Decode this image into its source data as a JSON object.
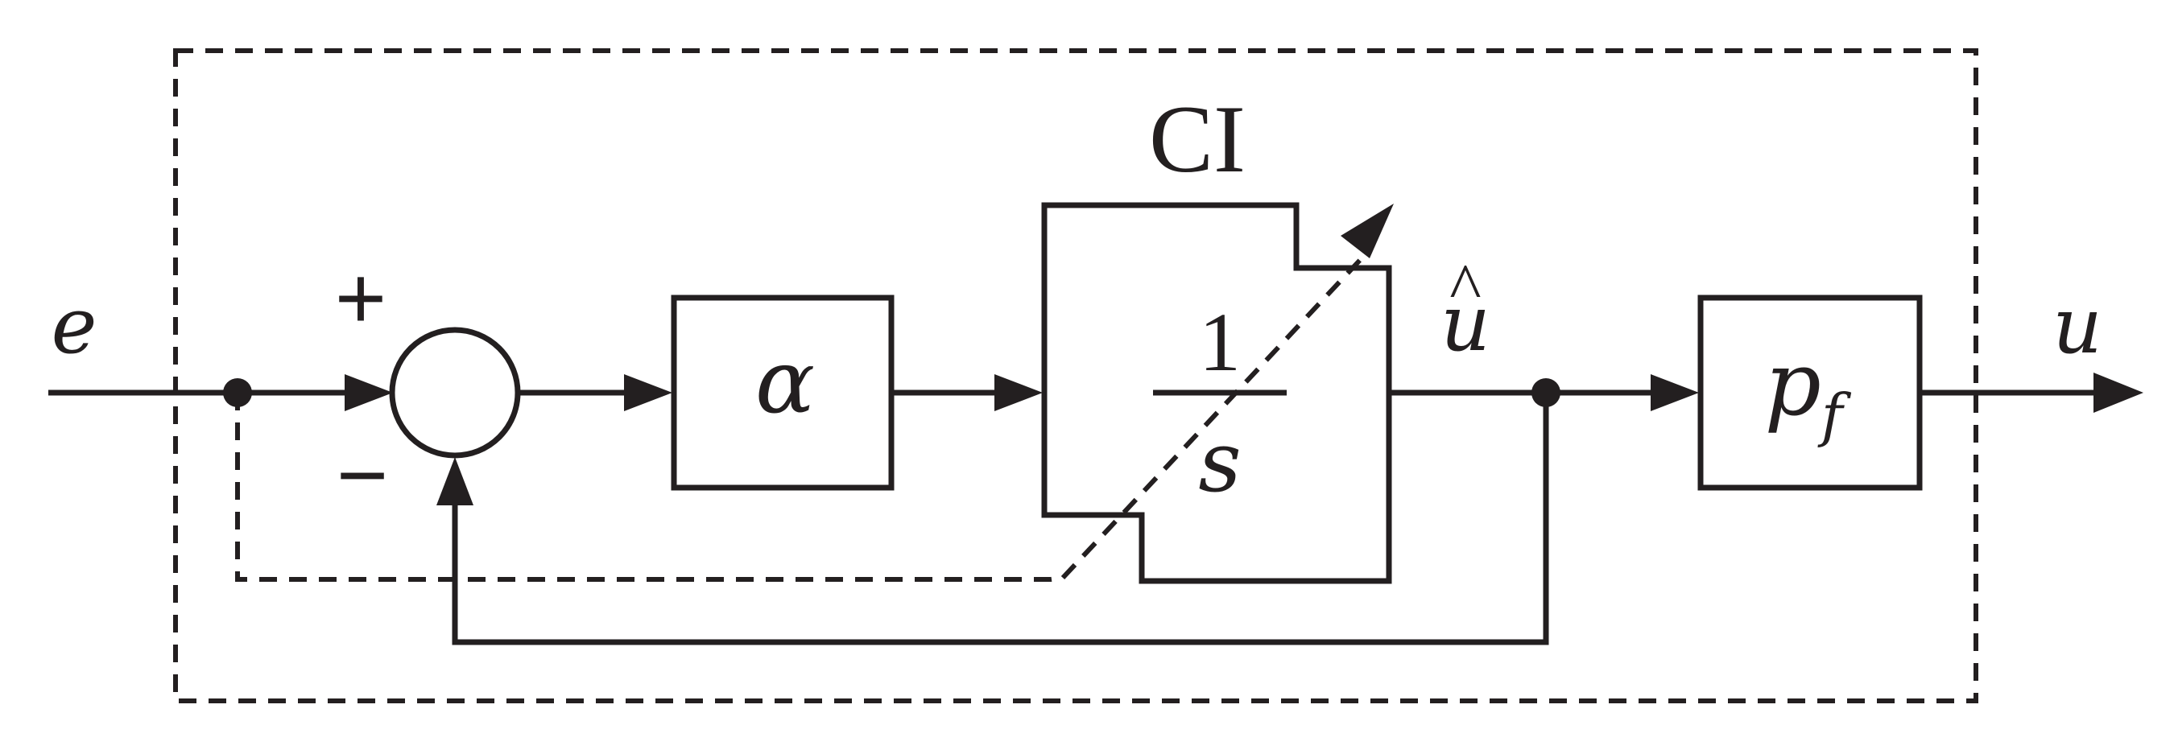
{
  "diagram": {
    "input_label": "e",
    "plus_sign": "+",
    "minus_sign": "−",
    "gain_block_label": "α",
    "integrator_group_label": "CI",
    "integrator_numerator": "1",
    "integrator_denominator": "s",
    "intermediate_signal_base": "u",
    "intermediate_signal_accent": "^",
    "filter_block_base": "p",
    "filter_block_subscript": "f",
    "output_label": "u"
  }
}
